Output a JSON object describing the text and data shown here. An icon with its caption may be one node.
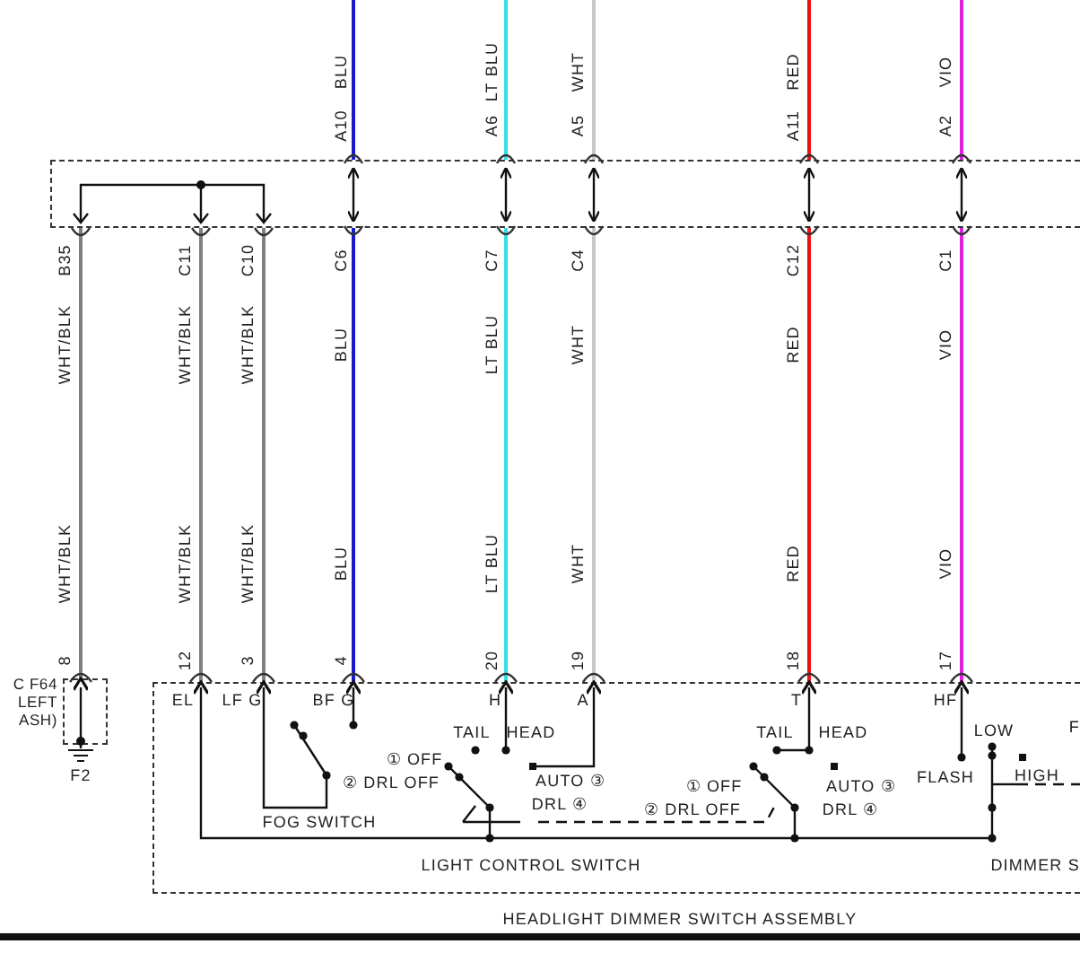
{
  "diagram": {
    "nodes": [
      {
        "text": [],
        "shape": "box"
      },
      {
        "text": [
          "HEADLIGHT DIMMER SWITCH ASSEMBLY"
        ]
      },
      {
        "text": [],
        "shape": "box",
        "beside": [
          "C F64 LEFT ASH)"
        ]
      }
    ],
    "edges": [
      {
        "from": null,
        "to": 0,
        "arrow": "none",
        "color": "#1a1acc"
      },
      {
        "from": null,
        "to": 0,
        "arrow": "none",
        "color": "#33e0e6"
      },
      {
        "from": null,
        "to": 0,
        "arrow": "none",
        "color": "#c8c8c8"
      },
      {
        "from": null,
        "to": 0,
        "arrow": "none",
        "color": "#ee1111"
      },
      {
        "from": null,
        "to": 0,
        "arrow": "none",
        "color": "#dd22dd"
      },
      {
        "from": 0,
        "to": 2,
        "arrow": "other"
      },
      {
        "from": 0,
        "to": 1,
        "arrow": "other"
      },
      {
        "from": 0,
        "to": 1,
        "arrow": "other"
      },
      {
        "from": 0,
        "to": 1,
        "arrow": "other",
        "color": "#1a1acc"
      },
      {
        "from": 0,
        "to": 1,
        "arrow": "other",
        "color": "#33e0e6"
      },
      {
        "from": 0,
        "to": 1,
        "arrow": "other",
        "color": "#c8c8c8"
      },
      {
        "from": 0,
        "to": 1,
        "arrow": "other",
        "color": "#ee1111"
      },
      {
        "from": 0,
        "to": 1,
        "arrow": "other",
        "color": "#dd22dd"
      }
    ],
    "labels": [
      "BLU",
      "LT BLU",
      "WHT",
      "RED",
      "VIO",
      "A10",
      "A6",
      "A5",
      "A11",
      "A2",
      "B35",
      "C11",
      "C10",
      "C6",
      "C7",
      "C4",
      "C12",
      "C1",
      "WHT/BLK",
      "WHT/BLK",
      "WHT/BLK",
      "BLU",
      "LT BLU",
      "WHT",
      "RED",
      "VIO",
      "WHT/BLK",
      "WHT/BLK",
      "WHT/BLK",
      "BLU",
      "LT BLU",
      "WHT",
      "RED",
      "VIO",
      "8",
      "12",
      "3",
      "4",
      "20",
      "19",
      "18",
      "17",
      "EL",
      "LF G",
      "BF G",
      "H",
      "A",
      "T",
      "HF",
      "TAIL",
      "HEAD",
      "TAIL",
      "HEAD",
      "LOW",
      "F",
      "① OFF",
      "AUTO ③",
      "① OFF",
      "AUTO ③",
      "FLASH",
      "HIGH",
      "② DRL OFF",
      "DRL ④",
      "② DRL OFF",
      "DRL ④",
      "F2",
      "FOG SWITCH",
      "LIGHT CONTROL SWITCH",
      "DIMMER S"
    ]
  }
}
